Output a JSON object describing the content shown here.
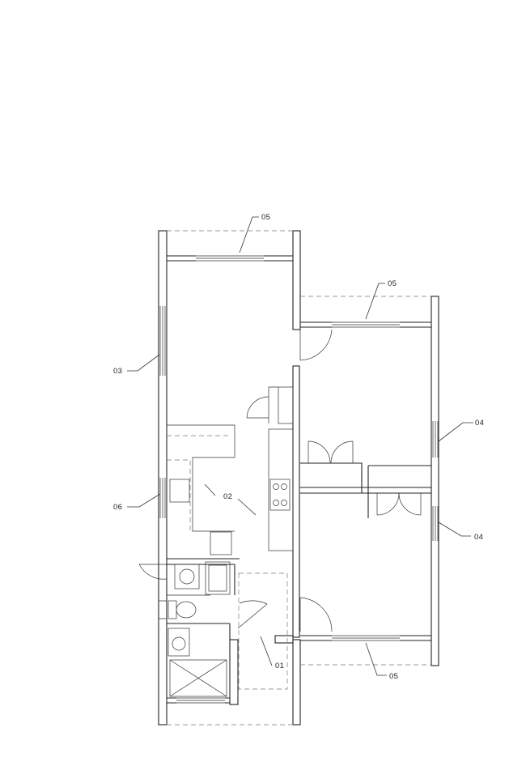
{
  "plan": {
    "tags": {
      "top_window": "05",
      "right_upper_window": "05",
      "left_window": "03",
      "right_window_upper": "04",
      "right_window_lower": "04",
      "kitchen_space": "02",
      "left_lower_window": "06",
      "entry_door": "01",
      "bottom_window": "05"
    }
  }
}
